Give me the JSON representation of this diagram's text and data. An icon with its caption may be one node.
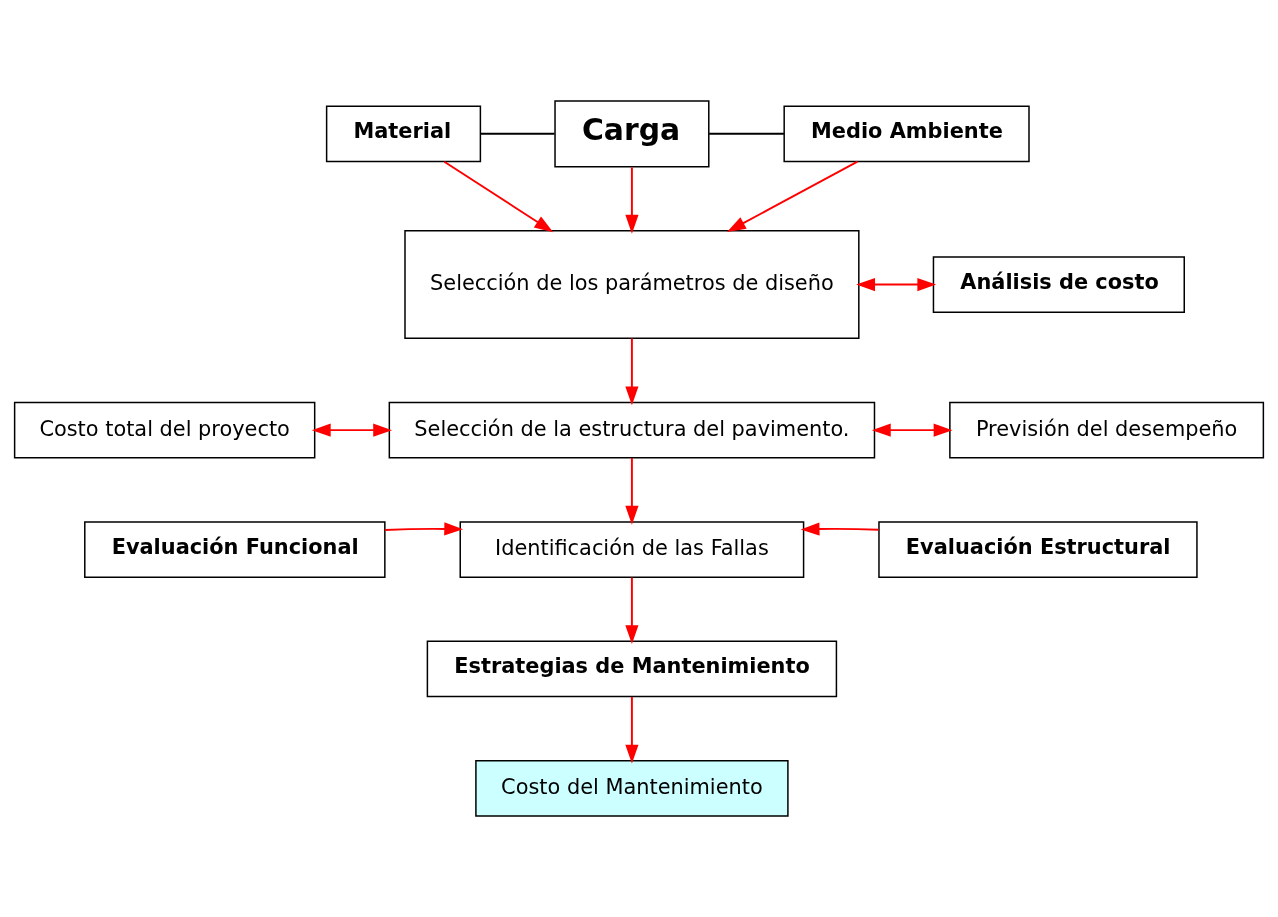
{
  "diagram": {
    "nodes": [
      {
        "text": [
          "Material"
        ]
      },
      {
        "text": [
          "Carga"
        ]
      },
      {
        "text": [
          "Medio Ambiente"
        ]
      },
      {
        "text": [
          "Selección de los parámetros de diseño"
        ]
      },
      {
        "text": [
          "Análisis de costo"
        ]
      },
      {
        "text": [
          "Costo total del proyecto"
        ]
      },
      {
        "text": [
          "Selección de la estructura del pavimento."
        ]
      },
      {
        "text": [
          "Previsión del desempeño"
        ]
      },
      {
        "text": [
          "Evaluación Funcional"
        ]
      },
      {
        "text": [
          "Identificación de las Fallas"
        ]
      },
      {
        "text": [
          "Evaluación Estructural"
        ]
      },
      {
        "text": [
          "Estrategias de Mantenimiento"
        ]
      },
      {
        "text": [
          "Costo del Mantenimiento"
        ]
      }
    ],
    "edges": [
      {
        "from": 0,
        "to": 1,
        "arrow": "none",
        "color": "#000000"
      },
      {
        "from": 1,
        "to": 2,
        "arrow": "none",
        "color": "#000000"
      },
      {
        "from": 0,
        "to": 3,
        "arrow": "to"
      },
      {
        "from": 1,
        "to": 3,
        "arrow": "to"
      },
      {
        "from": 2,
        "to": 3,
        "arrow": "to"
      },
      {
        "from": 3,
        "to": 4,
        "arrow": "both"
      },
      {
        "from": 3,
        "to": 6,
        "arrow": "to"
      },
      {
        "from": 5,
        "to": 6,
        "arrow": "both"
      },
      {
        "from": 6,
        "to": 7,
        "arrow": "both"
      },
      {
        "from": 6,
        "to": 9,
        "arrow": "to"
      },
      {
        "from": 8,
        "to": 9,
        "arrow": "to"
      },
      {
        "from": 10,
        "to": 9,
        "arrow": "to"
      },
      {
        "from": 9,
        "to": 11,
        "arrow": "to"
      },
      {
        "from": 11,
        "to": 12,
        "arrow": "to"
      }
    ]
  }
}
